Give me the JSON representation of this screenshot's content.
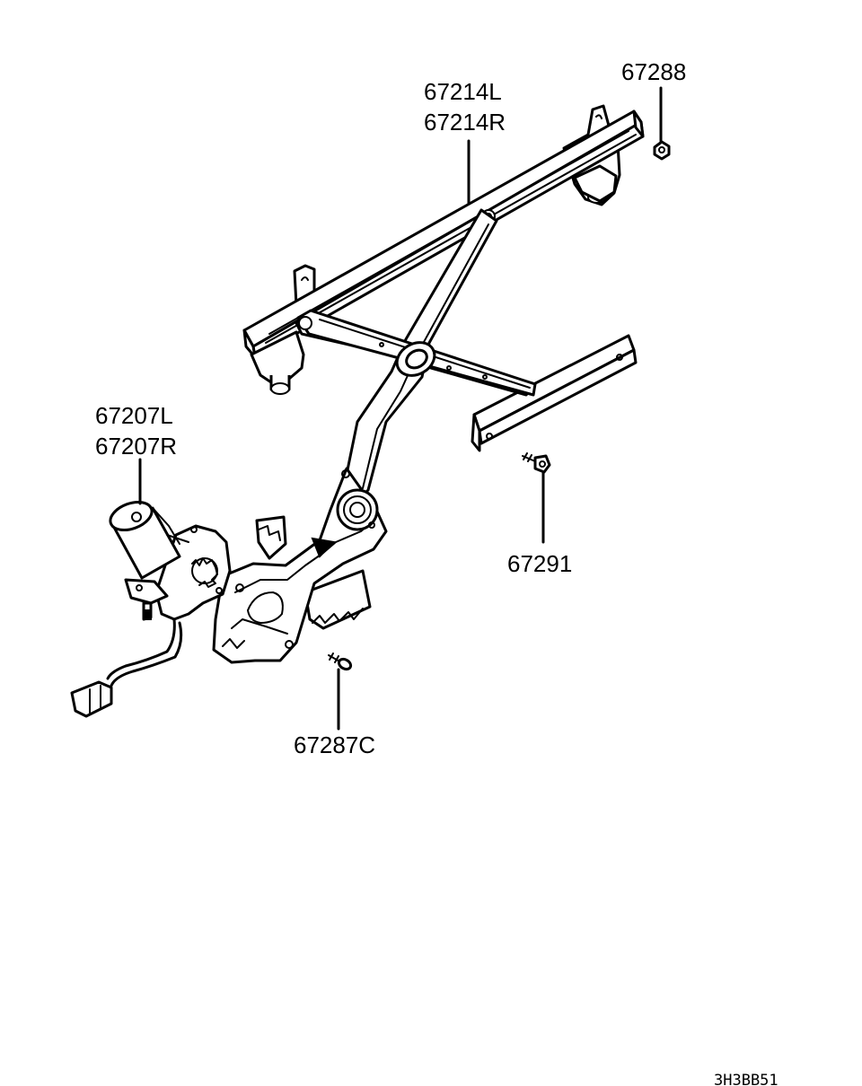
{
  "labels": {
    "rail_l": "67214L",
    "rail_r": "67214R",
    "nut": "67288",
    "motor_l": "67207L",
    "motor_r": "67207R",
    "bolt": "67291",
    "screw": "67287C"
  },
  "drawing_code": "3H3BB51"
}
